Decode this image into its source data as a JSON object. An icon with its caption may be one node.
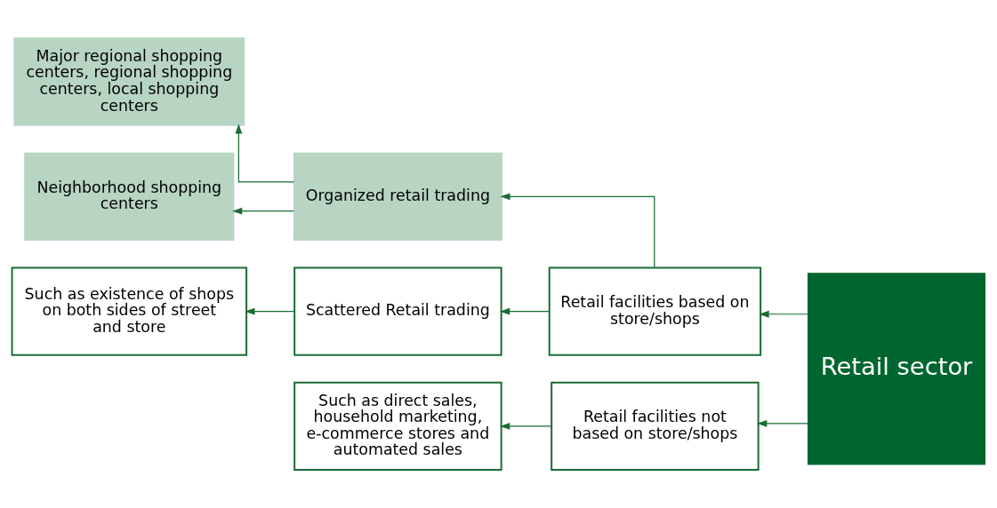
{
  "diagram": {
    "nodes": [
      {
        "text": [
          "Retail sector"
        ]
      },
      {
        "text": [
          "Retail facilities based on store/shops"
        ]
      },
      {
        "text": [
          "Retail facilities not based on store/shops"
        ]
      },
      {
        "text": [
          "Organized retail trading"
        ]
      },
      {
        "text": [
          "Scattered Retail trading"
        ]
      },
      {
        "text": [
          "Major regional shopping centers, regional shopping centers, local shopping centers"
        ]
      },
      {
        "text": [
          "Neighborhood shopping centers"
        ]
      },
      {
        "text": [
          "Such as existence of shops on both sides of street and store"
        ]
      },
      {
        "text": [
          "Such as direct sales, household marketing, e-commerce stores and automated sales"
        ]
      }
    ],
    "edges": [
      {
        "from": 0,
        "to": 1,
        "arrow": "to"
      },
      {
        "from": 0,
        "to": 2,
        "arrow": "to"
      },
      {
        "from": 1,
        "to": 3,
        "arrow": "to"
      },
      {
        "from": 1,
        "to": 4,
        "arrow": "to"
      },
      {
        "from": 3,
        "to": 5,
        "arrow": "to"
      },
      {
        "from": 3,
        "to": 6,
        "arrow": "to"
      },
      {
        "from": 4,
        "to": 7,
        "arrow": "to"
      },
      {
        "from": 2,
        "to": 8,
        "arrow": "to"
      }
    ]
  }
}
